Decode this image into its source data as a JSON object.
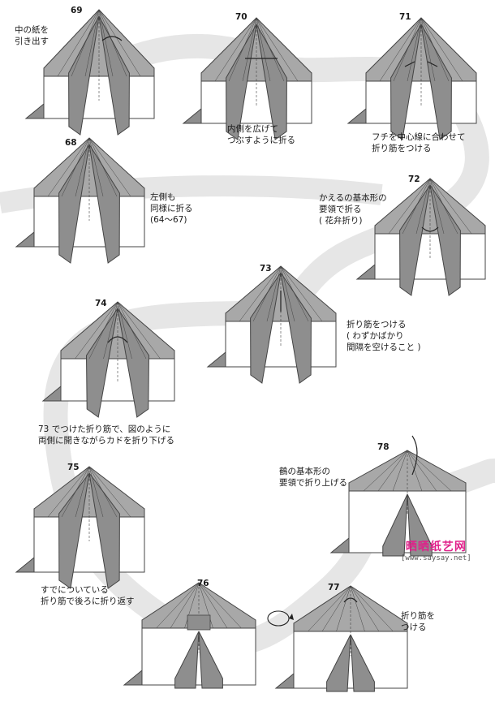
{
  "steps": [
    {
      "number": "69",
      "text": [
        "中の紙を",
        "引き出す"
      ]
    },
    {
      "number": "70",
      "text": [
        "内側を広げて",
        "つぶすように折る"
      ]
    },
    {
      "number": "71",
      "text": [
        "フチを中心線に合わせて",
        "折り筋をつける"
      ]
    },
    {
      "number": "68",
      "text": [
        "左側も",
        "同様に折る",
        "(64〜67)"
      ]
    },
    {
      "number": "72",
      "text": [
        "かえるの基本形の",
        "要領で折る",
        "( 花弁折り)"
      ]
    },
    {
      "number": "73",
      "text": [
        "折り筋をつける",
        "( わずかばかり",
        "間隔を空けること )"
      ]
    },
    {
      "number": "74",
      "text": [
        "73 でつけた折り筋で、図のように",
        "両側に開きながらカドを折り下げる"
      ]
    },
    {
      "number": "78",
      "text": [
        "鶴の基本形の",
        "要領で折り上げる"
      ]
    },
    {
      "number": "75",
      "text": [
        "すでについている",
        "折り筋で後ろに折り返す"
      ]
    },
    {
      "number": "76",
      "text": []
    },
    {
      "number": "77",
      "text": [
        "折り筋を",
        "つける"
      ]
    }
  ],
  "watermark": {
    "title": "晒晒纸艺网",
    "url": "[www.saysay.net]"
  },
  "colors": {
    "paper": "#a8a8a8",
    "paper_dark": "#8e8e8e",
    "line": "#444444",
    "path": "#e6e6e6"
  }
}
